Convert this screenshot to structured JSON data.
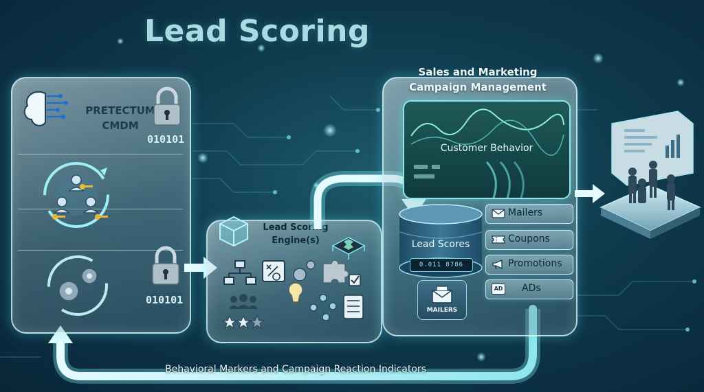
{
  "diagram": {
    "title": "Lead Scoring",
    "cmdm": {
      "label_line1": "PRETECTUM",
      "label_line2": "CMDM",
      "binary_top": "010101",
      "binary_bottom": "010101"
    },
    "engine": {
      "label_line1": "Lead Scoring",
      "label_line2": "Engine(s)"
    },
    "campaign": {
      "title_line1": "Sales and Marketing",
      "title_line2": "Campaign Management",
      "behavior_label": "Customer Behavior",
      "lead_scores_label": "Lead Scores",
      "lead_scores_digits": "0.011 8786",
      "mailers_tile_label": "MAILERS",
      "channels": [
        {
          "label": "Mailers",
          "icon": "envelope-icon"
        },
        {
          "label": "Coupons",
          "icon": "ticket-icon"
        },
        {
          "label": "Promotions",
          "icon": "megaphone-icon"
        },
        {
          "label": "ADs",
          "icon": "ad-badge-icon"
        }
      ],
      "ad_badge_text": "AD"
    },
    "feedback_label": "Behavioral Markers and Campaign Reaction Indicators",
    "colors": {
      "background": "#0f3a4d",
      "glow": "#7ee8f0",
      "panel_border": "#d2f5fa",
      "title": "#a8dbe2"
    }
  }
}
